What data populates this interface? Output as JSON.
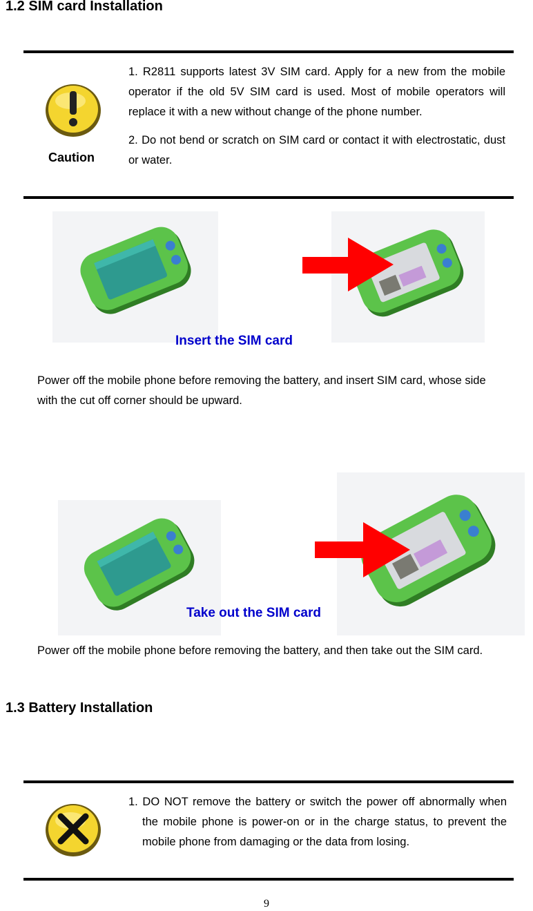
{
  "section_sim": {
    "title": "1.2 SIM card Installation",
    "caution_label": "Caution",
    "notes": [
      "1. R2811 supports latest 3V SIM card. Apply for a new from the mobile operator if the old 5V SIM card is used. Most of mobile operators will replace it with a new without change of the phone number.",
      "2. Do not bend or scratch on SIM card or contact it with electrostatic, dust or water."
    ],
    "insert": {
      "caption": "Insert the SIM card",
      "description": "Power off the mobile phone before removing the battery, and insert SIM card, whose side with the cut off corner should be upward.",
      "step_marks": [
        "",
        ""
      ]
    },
    "takeout": {
      "caption": "Take out the SIM card",
      "description": "Power off the mobile phone before removing the battery, and then take out the SIM card.",
      "step_marks": [
        "",
        ""
      ]
    }
  },
  "section_battery": {
    "title": "1.3 Battery Installation",
    "notes": [
      "1. DO NOT remove the battery or switch the power off abnormally when the mobile phone is power-on or in the charge status, to prevent the mobile phone from damaging or the data from losing."
    ]
  },
  "page_number": "9",
  "colors": {
    "caption_blue": "#0000cc",
    "arrow_red": "#ff0000",
    "phone_green": "#5cc34a",
    "warning_yellow": "#f2d22e"
  },
  "icons": [
    "caution-warning-icon",
    "prohibited-x-icon",
    "red-arrow-icon",
    "phone-battery-illustration",
    "phone-sim-illustration"
  ]
}
